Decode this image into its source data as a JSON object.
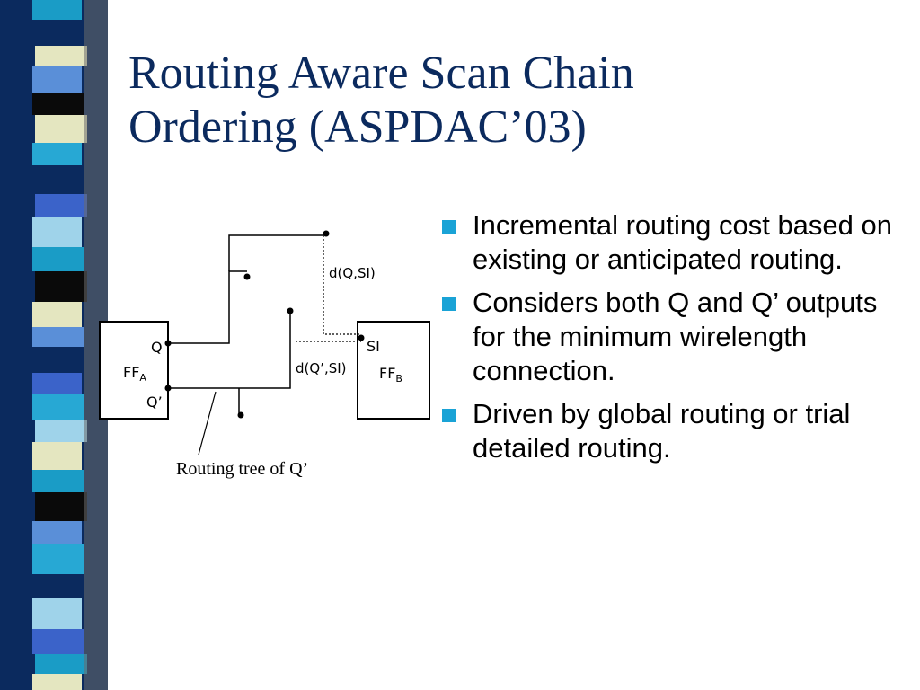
{
  "slide": {
    "title_lines": [
      "Routing Aware Scan Chain",
      "Ordering (ASPDAC’03)"
    ],
    "bullets": [
      "Incremental routing cost based on existing or anticipated routing.",
      "Considers both Q and Q’ outputs for the minimum wirelength connection.",
      "Driven by global routing or trial detailed routing."
    ],
    "colors": {
      "title": "#0b2a5e",
      "bullet": "#1aa3d6"
    }
  },
  "diagram": {
    "labels": {
      "q": "Q",
      "ffa": "FF",
      "ffa_sub": "A",
      "qbar": "Q’",
      "si": "SI",
      "ffb": "FF",
      "ffb_sub": "B",
      "d_q_si": "d(Q,SI)",
      "d_qbar_si": "d(Q’,SI)",
      "routing_tree": "Routing tree of Q’"
    }
  },
  "decor": {
    "stripe_colors": [
      "#1a9cc6",
      "#0b2a5e",
      "#e4e6c0",
      "#5a8fd8",
      "#0a0a0a",
      "#27a8d4",
      "#3b63c9",
      "#9fd3ea"
    ]
  }
}
